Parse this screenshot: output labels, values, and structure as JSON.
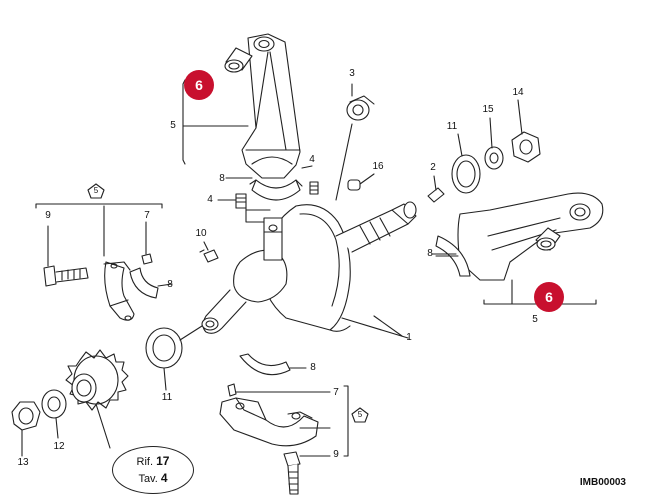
{
  "labels": {
    "l1": "1",
    "l2": "2",
    "l3": "3",
    "l4a": "4",
    "l4b": "4",
    "l5a": "5",
    "l5b": "5",
    "l5c": "5",
    "l5d": "5",
    "l7a": "7",
    "l7b": "7",
    "l8a": "8",
    "l8b": "8",
    "l8c": "8",
    "l8d": "8",
    "l9a": "9",
    "l9b": "9",
    "l10": "10",
    "l11a": "11",
    "l11b": "11",
    "l12": "12",
    "l13": "13",
    "l14": "14",
    "l15": "15",
    "l16": "16"
  },
  "callouts": {
    "c6a": "6",
    "c6b": "6",
    "color": "#c8102e"
  },
  "reference": {
    "rif_label": "Rif.",
    "rif_value": "17",
    "tav_label": "Tav.",
    "tav_value": "4"
  },
  "image_code": "IMB00003"
}
